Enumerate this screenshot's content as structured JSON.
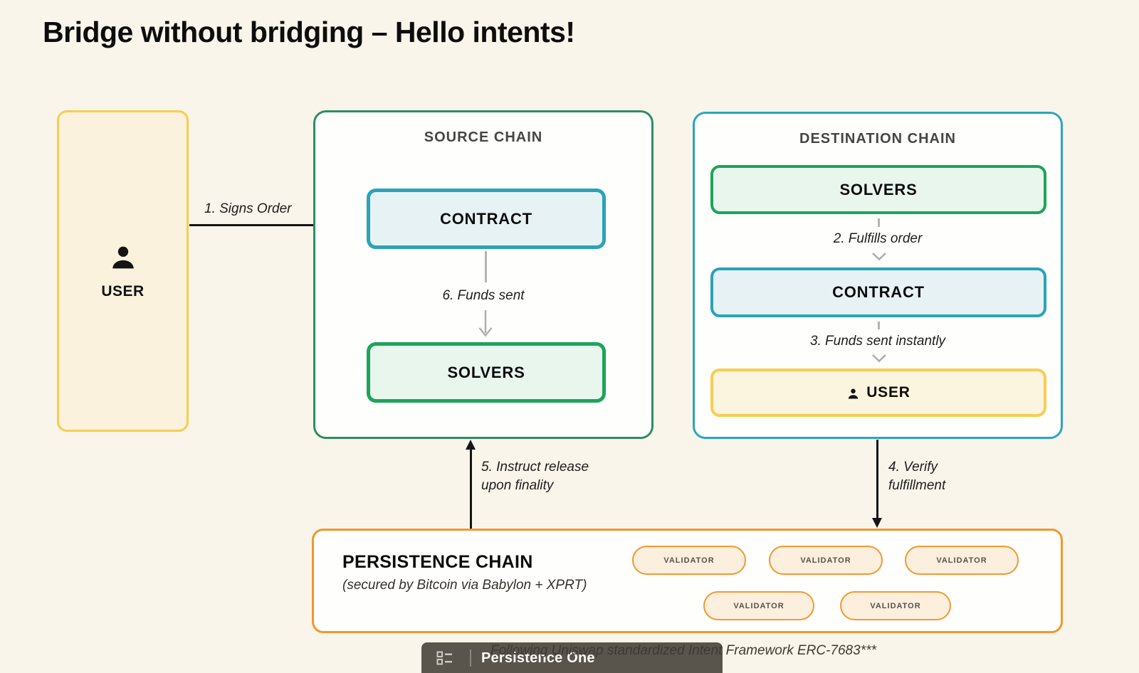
{
  "page": {
    "title": "Bridge without bridging – Hello intents!",
    "background_color": "#FAF5EA"
  },
  "actor": {
    "label": "USER",
    "icon": "person-icon"
  },
  "flow_labels": {
    "step1": "1. Signs Order",
    "step4_line1": "4. Verify",
    "step4_line2": "fulfillment",
    "step5_line1": "5. Instruct release",
    "step5_line2": "upon finality"
  },
  "source_chain": {
    "title": "SOURCE CHAIN",
    "contract": "CONTRACT",
    "step6": "6. Funds sent",
    "solvers": "SOLVERS"
  },
  "destination_chain": {
    "title": "DESTINATION CHAIN",
    "solvers": "SOLVERS",
    "step2": "2. Fulfills order",
    "contract": "CONTRACT",
    "step3": "3. Funds sent instantly",
    "user": "USER"
  },
  "persistence_chain": {
    "title": "PERSISTENCE CHAIN",
    "subtitle": "(secured by Bitcoin via Babylon + XPRT)",
    "validators": [
      "VALIDATOR",
      "VALIDATOR",
      "VALIDATOR",
      "VALIDATOR",
      "VALIDATOR"
    ]
  },
  "footer": {
    "note": "Following Uniswap standardized Intent Framework ERC-7683***",
    "brand": "Persistence One"
  },
  "colors": {
    "background": "#FAF5EA",
    "yellow_border": "#F7CD52",
    "yellow_fill": "#FAF2DC",
    "green_border": "#1CA45B",
    "green_fill": "#E9F6EE",
    "teal_border": "#2AA3B8",
    "teal_fill": "#E7F2F4",
    "source_frame_border": "#2C8E66",
    "dest_frame_border": "#29A6C1",
    "orange_border": "#EF982E",
    "orange_fill": "#FCEFDE",
    "gray_connector": "#B3B3B3",
    "footer_bar": "#59544C"
  }
}
